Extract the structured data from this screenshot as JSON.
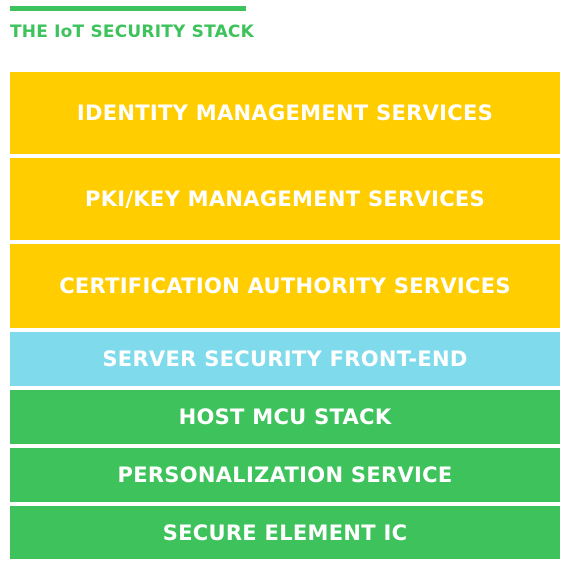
{
  "title": "THE IoT SECURITY STACK",
  "colors": {
    "title": "#3ec25c",
    "title_rule": "#3ec25c",
    "services": "#ffcd00",
    "front_end": "#7fdbeb",
    "device": "#3ec25c",
    "label": "#ffffff"
  },
  "layers": [
    {
      "label": "IDENTITY MANAGEMENT SERVICES",
      "group": "services"
    },
    {
      "label": "PKI/KEY MANAGEMENT SERVICES",
      "group": "services"
    },
    {
      "label": "CERTIFICATION AUTHORITY SERVICES",
      "group": "services"
    },
    {
      "label": "SERVER SECURITY FRONT-END",
      "group": "front_end"
    },
    {
      "label": "HOST MCU STACK",
      "group": "device"
    },
    {
      "label": "PERSONALIZATION SERVICE",
      "group": "device"
    },
    {
      "label": "SECURE ELEMENT IC",
      "group": "device"
    }
  ]
}
